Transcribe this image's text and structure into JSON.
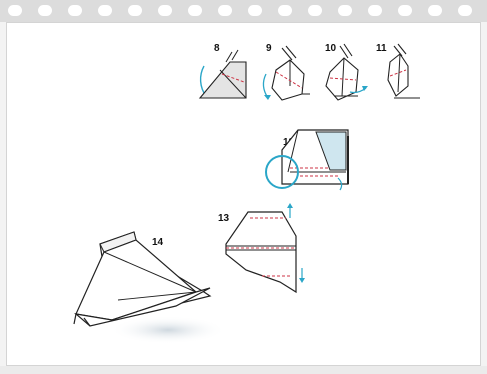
{
  "steps": {
    "s8": "8",
    "s9": "9",
    "s10": "10",
    "s11": "11",
    "s12": "12",
    "s13": "13",
    "s14": "14"
  },
  "colors": {
    "line": "#222222",
    "fold_dashed": "#cc3344",
    "arrow": "#2aa6c8",
    "shade": "#cfe6ef",
    "circle": "#2aa6c8"
  }
}
